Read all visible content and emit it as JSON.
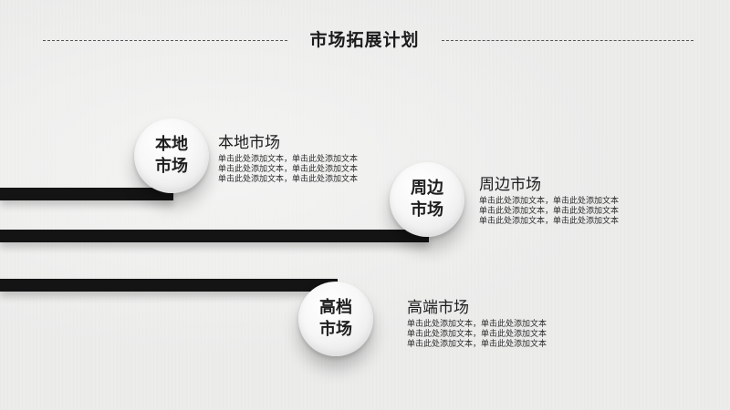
{
  "slide": {
    "title": "市场拓展计划"
  },
  "markets": [
    {
      "circle_text": "本地市场",
      "heading": "本地市场",
      "lines": [
        "单击此处添加文本，单击此处添加文本",
        "单击此处添加文本，单击此处添加文本",
        "单击此处添加文本，单击此处添加文本"
      ]
    },
    {
      "circle_text": "周边市场",
      "heading": "周边市场",
      "lines": [
        "单击此处添加文本，单击此处添加文本",
        "单击此处添加文本，单击此处添加文本",
        "单击此处添加文本，单击此处添加文本"
      ]
    },
    {
      "circle_text": "高档市场",
      "heading": "高端市场",
      "lines": [
        "单击此处添加文本，单击此处添加文本",
        "单击此处添加文本，单击此处添加文本",
        "单击此处添加文本，单击此处添加文本"
      ]
    }
  ],
  "colors": {
    "background": "#ececeb",
    "bar": "#141414",
    "text": "#1c1c1c"
  }
}
